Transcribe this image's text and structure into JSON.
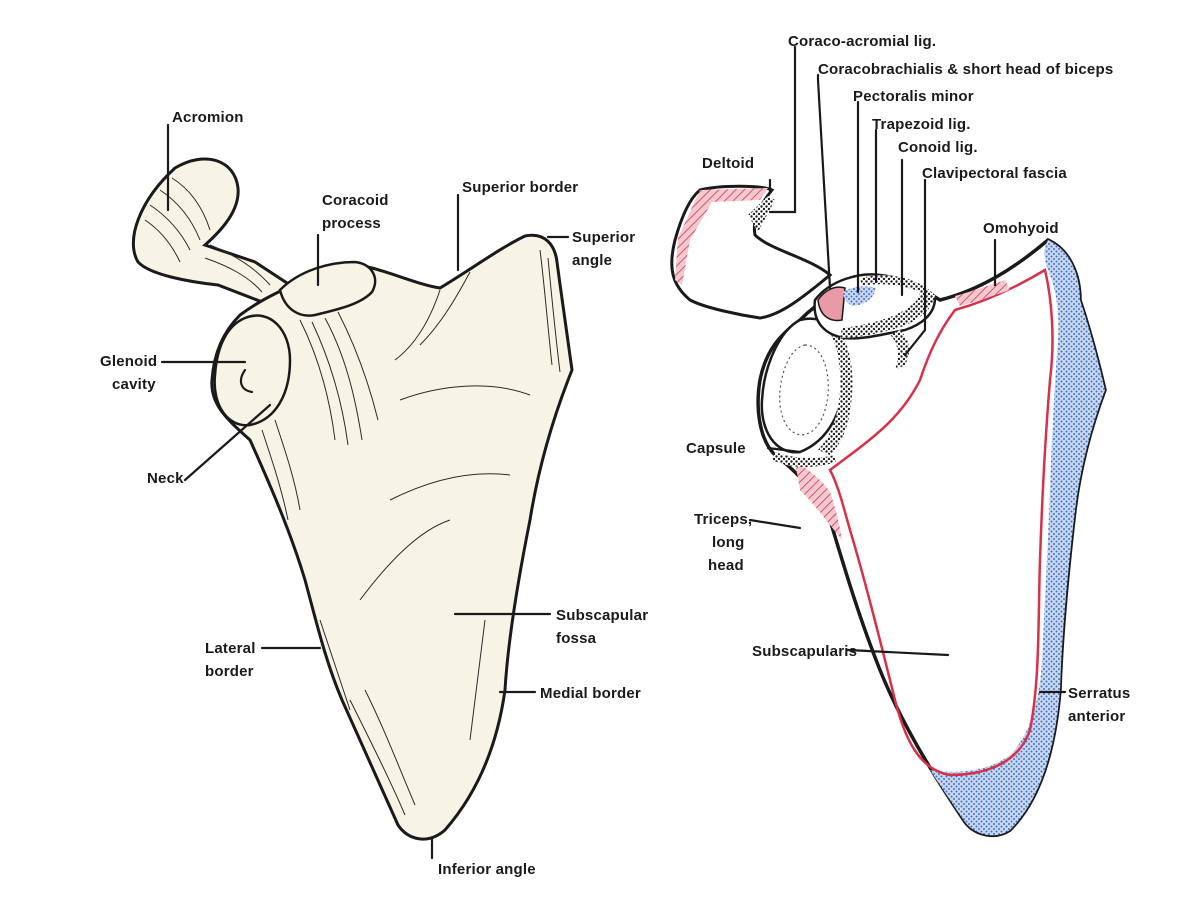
{
  "colors": {
    "bone_fill": "#f7f4e6",
    "ink": "#1a1a1a",
    "muscle_red": "#d8314a",
    "muscle_pink": "#e89aa6",
    "muscle_blue": "#3f72c4",
    "stipple_dark": "#2b2b2b"
  },
  "left_panel": {
    "labels": {
      "acromion": "Acromion",
      "coracoid_1": "Coracoid",
      "coracoid_2": "process",
      "superior_border": "Superior border",
      "superior_angle_1": "Superior",
      "superior_angle_2": "angle",
      "glenoid_1": "Glenoid",
      "glenoid_2": "cavity",
      "neck": "Neck",
      "subscapular_1": "Subscapular",
      "subscapular_2": "fossa",
      "lateral_1": "Lateral",
      "lateral_2": "border",
      "medial_border": "Medial border",
      "inferior_angle": "Inferior angle"
    }
  },
  "right_panel": {
    "labels": {
      "coraco_acromial": "Coraco-acromial lig.",
      "coracobrachialis": "Coracobrachialis & short head of biceps",
      "pectoralis_minor": "Pectoralis minor",
      "trapezoid": "Trapezoid lig.",
      "conoid": "Conoid lig.",
      "clavipectoral": "Clavipectoral fascia",
      "deltoid": "Deltoid",
      "omohyoid": "Omohyoid",
      "capsule": "Capsule",
      "triceps_1": "Triceps,",
      "triceps_2": "long",
      "triceps_3": "head",
      "subscapularis": "Subscapularis",
      "serratus_1": "Serratus",
      "serratus_2": "anterior"
    }
  }
}
